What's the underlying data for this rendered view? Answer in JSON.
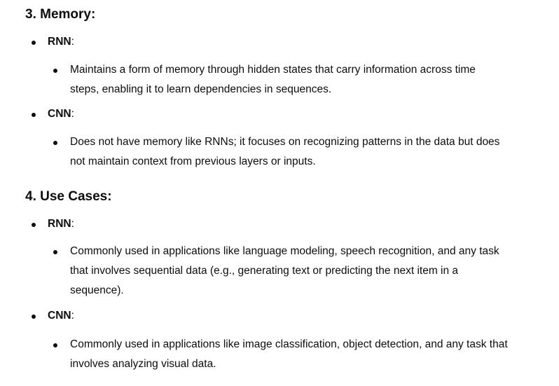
{
  "sections": [
    {
      "heading": "3. Memory:",
      "items": [
        {
          "label": "RNN",
          "colon": ":",
          "detail": [
            "Maintains a form of memory through hidden states that carry information across time",
            "steps, enabling it to learn dependencies in sequences."
          ]
        },
        {
          "label": "CNN",
          "colon": ":",
          "detail": [
            "Does not have memory like RNNs; it focuses on recognizing patterns in the data but does",
            "not maintain context from previous layers or inputs."
          ]
        }
      ]
    },
    {
      "heading": "4. Use Cases:",
      "items": [
        {
          "label": "RNN",
          "colon": ":",
          "detail": [
            "Commonly used in applications like language modeling, speech recognition, and any task",
            "that involves sequential data (e.g., generating text or predicting the next item in a",
            "sequence)."
          ]
        },
        {
          "label": "CNN",
          "colon": ":",
          "detail": [
            "Commonly used in applications like image classification, object detection, and any task that",
            "involves analyzing visual data."
          ]
        }
      ]
    }
  ]
}
